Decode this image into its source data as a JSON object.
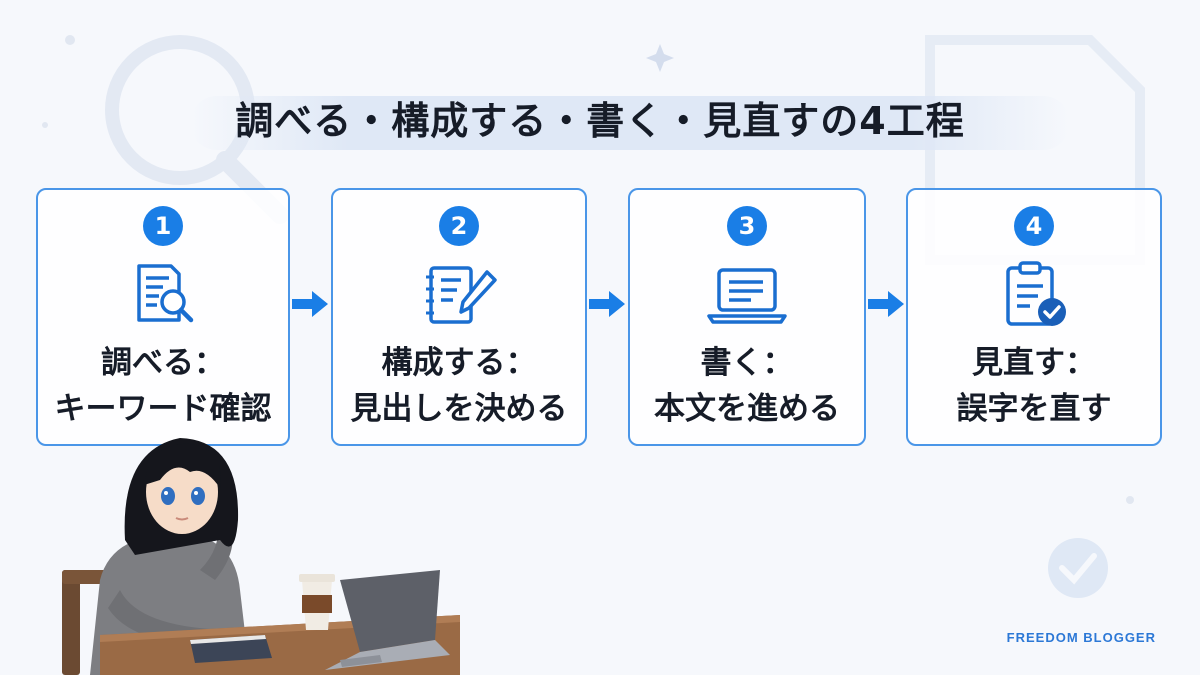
{
  "title": "調べる・構成する・書く・見直すの4工程",
  "steps": [
    {
      "number": "1",
      "icon": "document-search-icon",
      "line1": "調べる：",
      "line2": "キーワード確認"
    },
    {
      "number": "2",
      "icon": "notebook-pencil-icon",
      "line1": "構成する：",
      "line2": "見出しを決める"
    },
    {
      "number": "3",
      "icon": "laptop-icon",
      "line1": "書く：",
      "line2": "本文を進める"
    },
    {
      "number": "4",
      "icon": "clipboard-check-icon",
      "line1": "見直す：",
      "line2": "誤字を直す"
    }
  ],
  "brand": "FREEDOM BLOGGER",
  "colors": {
    "accent": "#1a7ee6",
    "border": "#4a96e8",
    "background": "#f6f8fc"
  }
}
